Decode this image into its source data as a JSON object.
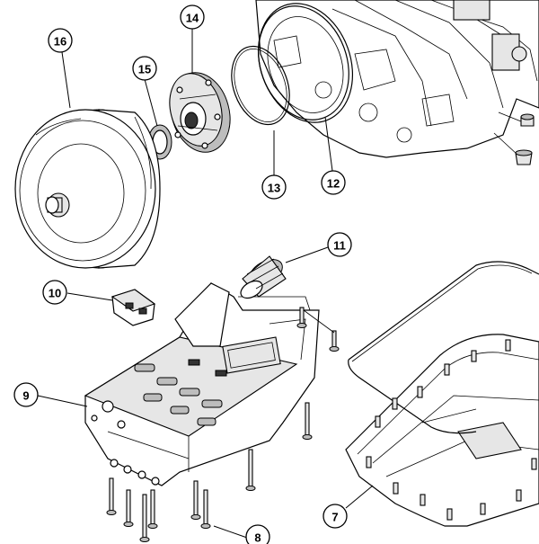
{
  "callouts": [
    {
      "id": "16",
      "label": "16"
    },
    {
      "id": "15",
      "label": "15"
    },
    {
      "id": "14",
      "label": "14"
    },
    {
      "id": "13",
      "label": "13"
    },
    {
      "id": "12",
      "label": "12"
    },
    {
      "id": "11",
      "label": "11"
    },
    {
      "id": "10",
      "label": "10"
    },
    {
      "id": "9",
      "label": "9"
    },
    {
      "id": "8",
      "label": "8"
    },
    {
      "id": "7",
      "label": "7"
    }
  ]
}
